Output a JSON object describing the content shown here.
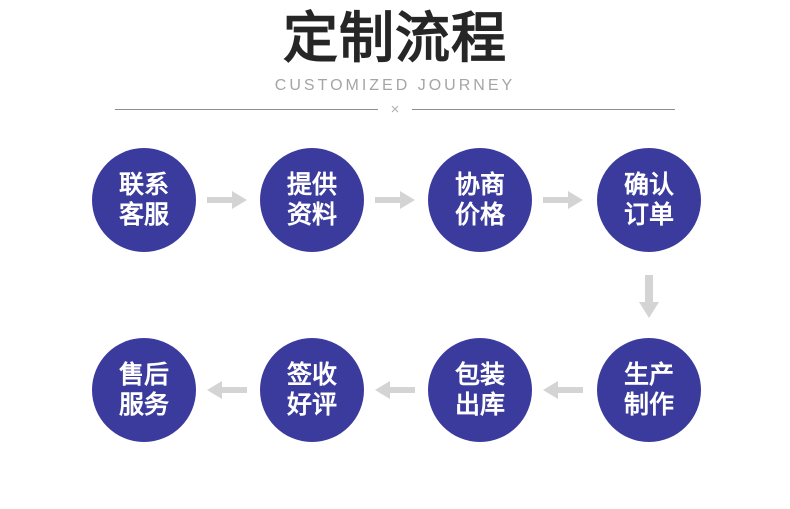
{
  "header": {
    "title": "定制流程",
    "subtitle": "CUSTOMIZED JOURNEY",
    "divider_mark": "×"
  },
  "colors": {
    "node_fill": "#3b3b9e",
    "node_text": "#ffffff",
    "title_text": "#262626",
    "subtitle_text": "#a5a5a5",
    "arrow": "#d4d4d4",
    "divider_rule": "#8e8e8e",
    "background": "#ffffff"
  },
  "flow": {
    "rows": [
      {
        "direction": "right",
        "nodes": [
          {
            "line1": "联系",
            "line2": "客服",
            "label": "联系\n客服"
          },
          {
            "line1": "提供",
            "line2": "资料",
            "label": "提供\n资料"
          },
          {
            "line1": "协商",
            "line2": "价格",
            "label": "协商\n价格"
          },
          {
            "line1": "确认",
            "line2": "订单",
            "label": "确认\n订单"
          }
        ],
        "arrows": [
          "arrow-right-icon",
          "arrow-right-icon",
          "arrow-right-icon"
        ]
      },
      {
        "direction": "left",
        "nodes": [
          {
            "line1": "售后",
            "line2": "服务",
            "label": "售后\n服务"
          },
          {
            "line1": "签收",
            "line2": "好评",
            "label": "签收\n好评"
          },
          {
            "line1": "包装",
            "line2": "出库",
            "label": "包装\n出库"
          },
          {
            "line1": "生产",
            "line2": "制作",
            "label": "生产\n制作"
          }
        ],
        "arrows": [
          "arrow-left-icon",
          "arrow-left-icon",
          "arrow-left-icon"
        ]
      }
    ],
    "connector": {
      "icon": "arrow-down-icon",
      "from": "确认订单",
      "to": "生产制作"
    }
  },
  "chart_data": {
    "type": "diagram",
    "title": "定制流程",
    "subtitle": "CUSTOMIZED JOURNEY",
    "layout": "serpentine-flow-2-rows-4-columns",
    "steps": [
      {
        "order": 1,
        "label": "联系客服"
      },
      {
        "order": 2,
        "label": "提供资料"
      },
      {
        "order": 3,
        "label": "协商价格"
      },
      {
        "order": 4,
        "label": "确认订单"
      },
      {
        "order": 5,
        "label": "生产制作"
      },
      {
        "order": 6,
        "label": "包装出库"
      },
      {
        "order": 7,
        "label": "签收好评"
      },
      {
        "order": 8,
        "label": "售后服务"
      }
    ]
  }
}
